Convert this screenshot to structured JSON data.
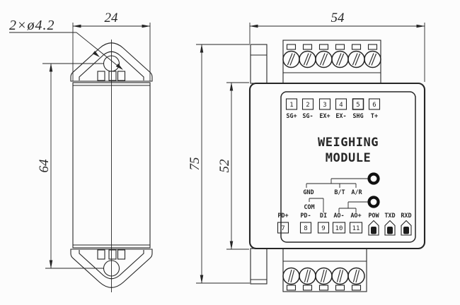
{
  "meta": {
    "background_color": "#fcfcfc",
    "line_color": "#262626",
    "drawing_type": "2-view dimensioned engineering drawing"
  },
  "side_view": {
    "width_dim": "24",
    "height_dim": "64",
    "hole_callout": "2×ø4.2"
  },
  "front_view": {
    "width_dim": "54",
    "overall_height_dim": "75",
    "body_height_dim": "52",
    "title_line1": "WEIGHING",
    "title_line2": "MODULE",
    "top_terminals": [
      {
        "num": "1",
        "label": "SG+"
      },
      {
        "num": "2",
        "label": "SG-"
      },
      {
        "num": "3",
        "label": "EX+"
      },
      {
        "num": "4",
        "label": "EX-"
      },
      {
        "num": "5",
        "label": "SHG"
      },
      {
        "num": "6",
        "label": "T+"
      }
    ],
    "bottom_terminals": [
      {
        "num": "7",
        "label": "PD+"
      },
      {
        "num": "8",
        "label": "PD-"
      },
      {
        "num": "9",
        "label": "DI"
      },
      {
        "num": "10",
        "label": "AO-"
      },
      {
        "num": "11",
        "label": "AO+"
      }
    ],
    "controls": {
      "gnd": "GND",
      "bt": "B/T",
      "ar": "A/R",
      "com": "COM"
    },
    "leds": [
      "POW",
      "TXD",
      "RXD"
    ]
  }
}
